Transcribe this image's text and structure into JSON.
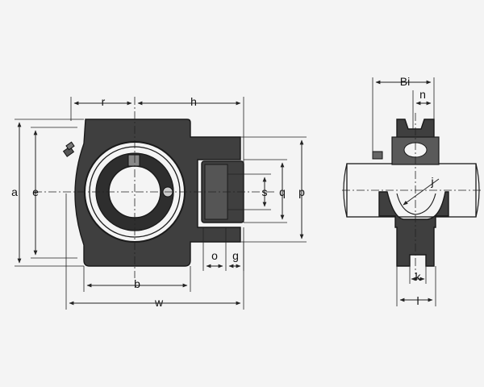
{
  "colors": {
    "background": "#f4f4f4",
    "housing": "#3f3f3f",
    "outline": "#1a1a1a",
    "line": "#222222"
  },
  "labels": {
    "a": "a",
    "e": "e",
    "r": "r",
    "h": "h",
    "s": "s",
    "q": "q",
    "p": "p",
    "o": "o",
    "g": "g",
    "b": "b",
    "w": "w",
    "Bi": "Bi",
    "n": "n",
    "j": "j",
    "k": "k",
    "l": "l"
  }
}
